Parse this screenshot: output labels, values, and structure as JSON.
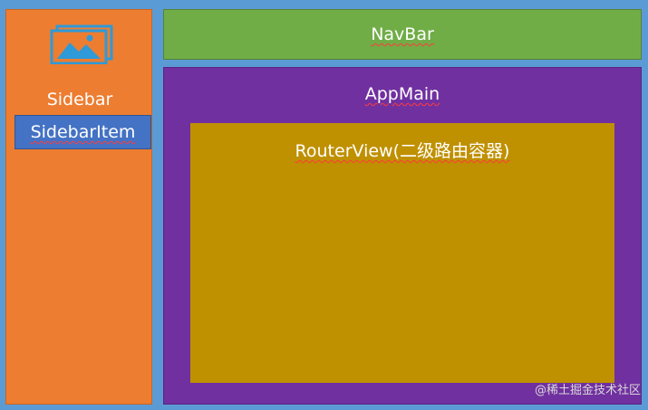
{
  "sidebar": {
    "logo_icon": "image-gallery-icon",
    "title": "Sidebar",
    "item_label": "SidebarItem"
  },
  "navbar": {
    "label": "NavBar"
  },
  "app_main": {
    "label": "AppMain",
    "router_view": {
      "label": "RouterView(二级路由容器)"
    }
  },
  "watermark": "@稀土掘金技术社区",
  "colors": {
    "background": "#5b9bd5",
    "sidebar": "#ed7d31",
    "sidebar_item": "#4472c4",
    "navbar": "#70ad47",
    "app_main": "#7030a0",
    "router_view": "#bf9000",
    "logo": "#2e9ad8"
  }
}
